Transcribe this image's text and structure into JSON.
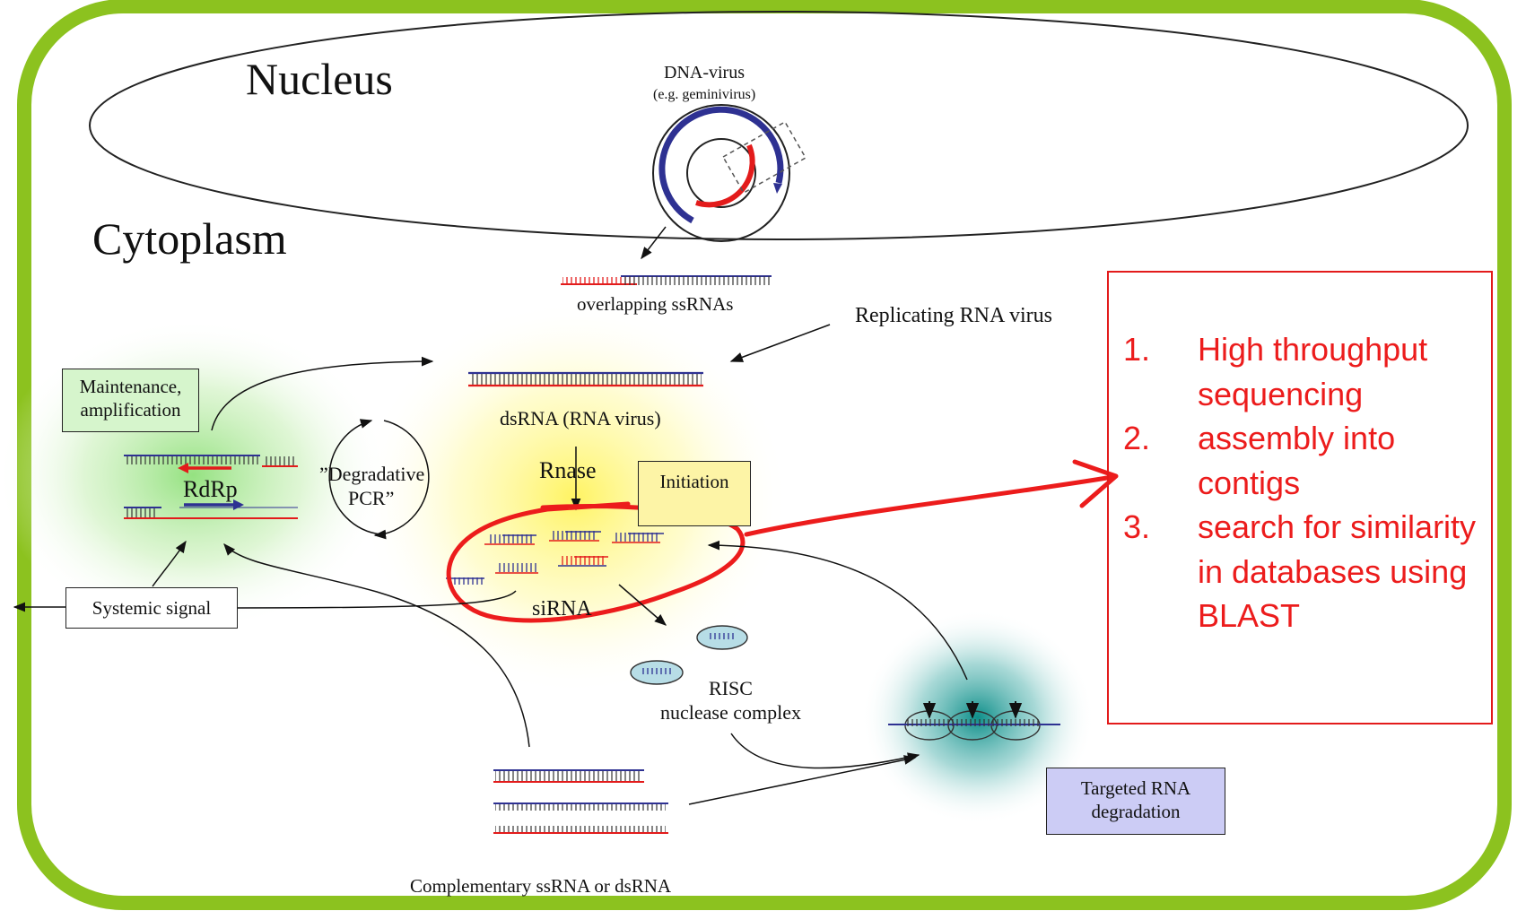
{
  "colors": {
    "frame": "#8cc21f",
    "highlight_red": "#ec1c1c",
    "strand_blue": "#2e3192",
    "strand_red": "#e31b1b",
    "initiation_box": "#fdf4a6",
    "targeted_box": "#ccccf5",
    "risc_fill": "#b7dde6",
    "glow_green": "#8fe07a",
    "glow_yellow": "#fff35a",
    "glow_teal": "#0f8f8a"
  },
  "compartments": {
    "nucleus": "Nucleus",
    "cytoplasm": "Cytoplasm"
  },
  "labels": {
    "dna_virus": "DNA-virus",
    "dna_virus_example": "(e.g. geminivirus)",
    "overlapping": "overlapping ssRNAs",
    "replicating": "Replicating  RNA virus",
    "dsrna": "dsRNA (RNA virus)",
    "rnase": "Rnase",
    "sirna": "siRNA",
    "rdrp": "RdRp",
    "degradative_1": "”Degradative",
    "degradative_2": "PCR”",
    "risc_1": "RISC",
    "risc_2": "nuclease  complex",
    "complementary": "Complementary ssRNA or dsRNA"
  },
  "boxes": {
    "maintenance": "Maintenance, amplification",
    "initiation": "Initiation",
    "systemic": "Systemic signal",
    "targeted": "Targeted RNA degradation"
  },
  "steps": [
    {
      "num": "1.",
      "text": "High throughput sequencing"
    },
    {
      "num": "2.",
      "text": "assembly into contigs"
    },
    {
      "num": "3.",
      "text": "search for similarity in databases using BLAST"
    }
  ]
}
